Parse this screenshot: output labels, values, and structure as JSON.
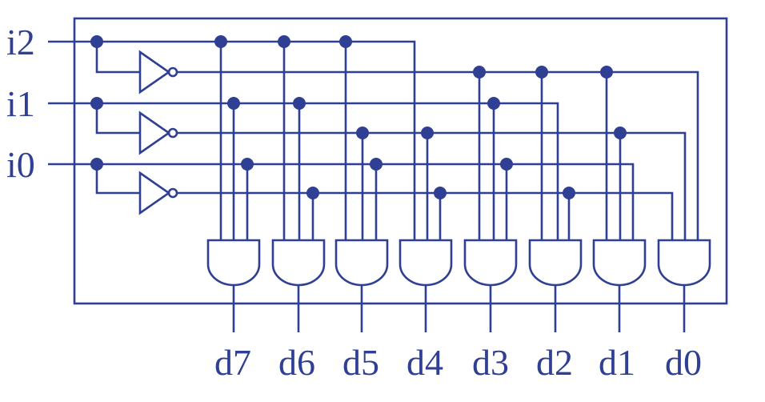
{
  "colors": {
    "ink": "#2f3f93",
    "background": "#ffffff"
  },
  "inputs": [
    {
      "name": "i2",
      "label": "i2"
    },
    {
      "name": "i1",
      "label": "i1"
    },
    {
      "name": "i0",
      "label": "i0"
    }
  ],
  "outputs": [
    {
      "name": "d7",
      "label": "d7"
    },
    {
      "name": "d6",
      "label": "d6"
    },
    {
      "name": "d5",
      "label": "d5"
    },
    {
      "name": "d4",
      "label": "d4"
    },
    {
      "name": "d3",
      "label": "d3"
    },
    {
      "name": "d2",
      "label": "d2"
    },
    {
      "name": "d1",
      "label": "d1"
    },
    {
      "name": "d0",
      "label": "d0"
    }
  ]
}
